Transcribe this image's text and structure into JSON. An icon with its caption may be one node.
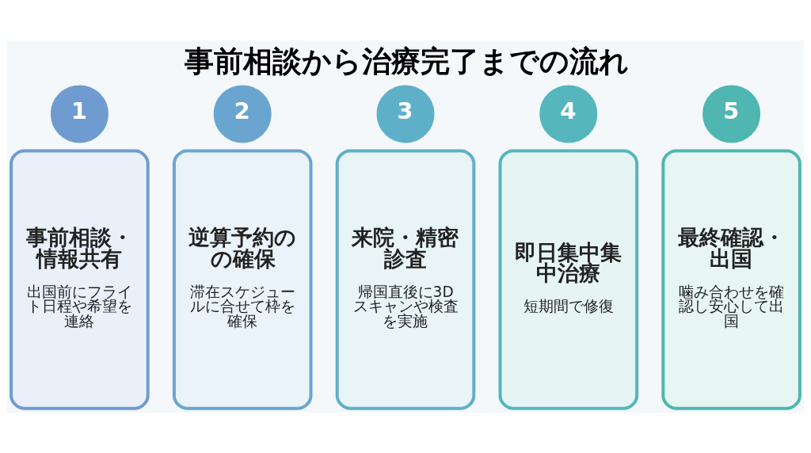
{
  "diagram": {
    "title": "事前相談から治療完了までの流れ",
    "nodes": [
      {
        "text": [
          "1"
        ]
      },
      {
        "text": [
          "事前相談・情報共有",
          "出国前にフライト日程や希望を連絡"
        ]
      },
      {
        "text": [
          "2"
        ]
      },
      {
        "text": [
          "逆算予約のの確保",
          "滞在スケジュールに合せて枠を確保"
        ]
      },
      {
        "text": [
          "3"
        ]
      },
      {
        "text": [
          "来院・精密診査",
          "帰国直後に3Dスキャンや検査を実施"
        ]
      },
      {
        "text": [
          "4"
        ]
      },
      {
        "text": [
          "即日集中集中治療",
          "短期間で修復"
        ]
      },
      {
        "text": [
          "5"
        ]
      },
      {
        "text": [
          "最終確認・出国",
          "噛み合わせを確認し安心して出国"
        ]
      }
    ],
    "edges": []
  }
}
